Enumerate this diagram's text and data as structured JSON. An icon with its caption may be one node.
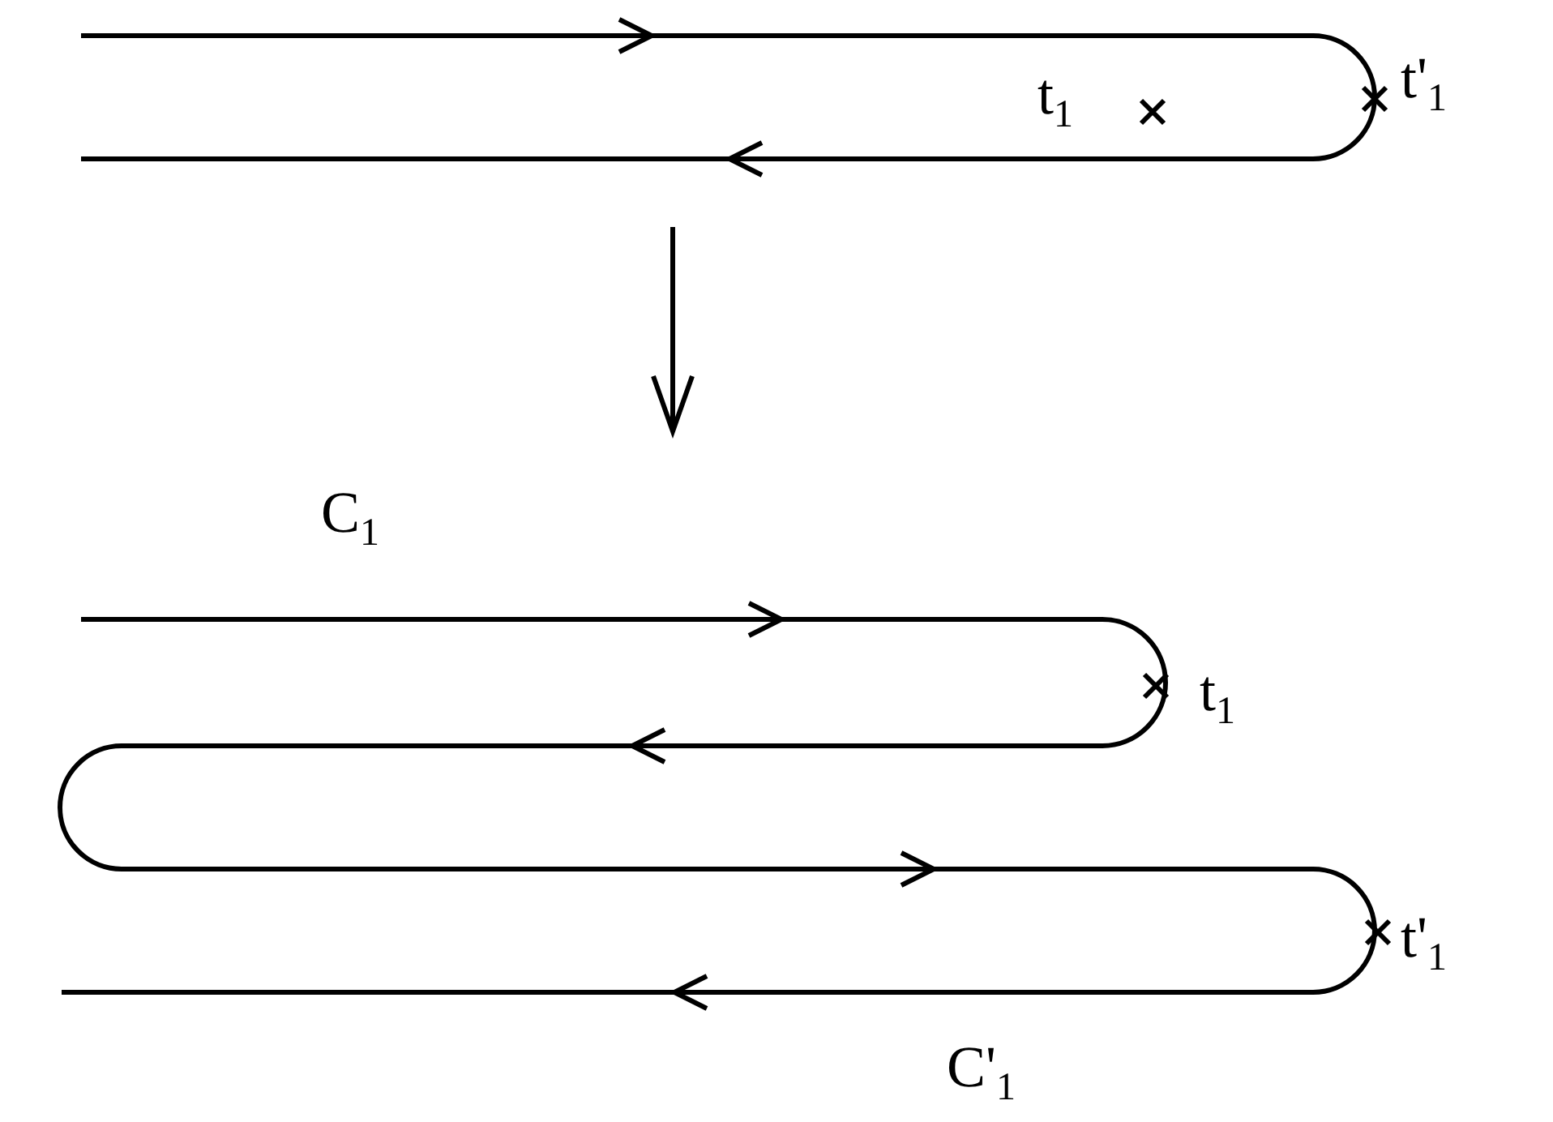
{
  "diagram": {
    "labels": [
      "t$_{1}$",
      "t'$_{1}$",
      "C$_{1}$",
      "t$_{1}$",
      "t'$_{1}$",
      "C'$_{1}$"
    ]
  }
}
